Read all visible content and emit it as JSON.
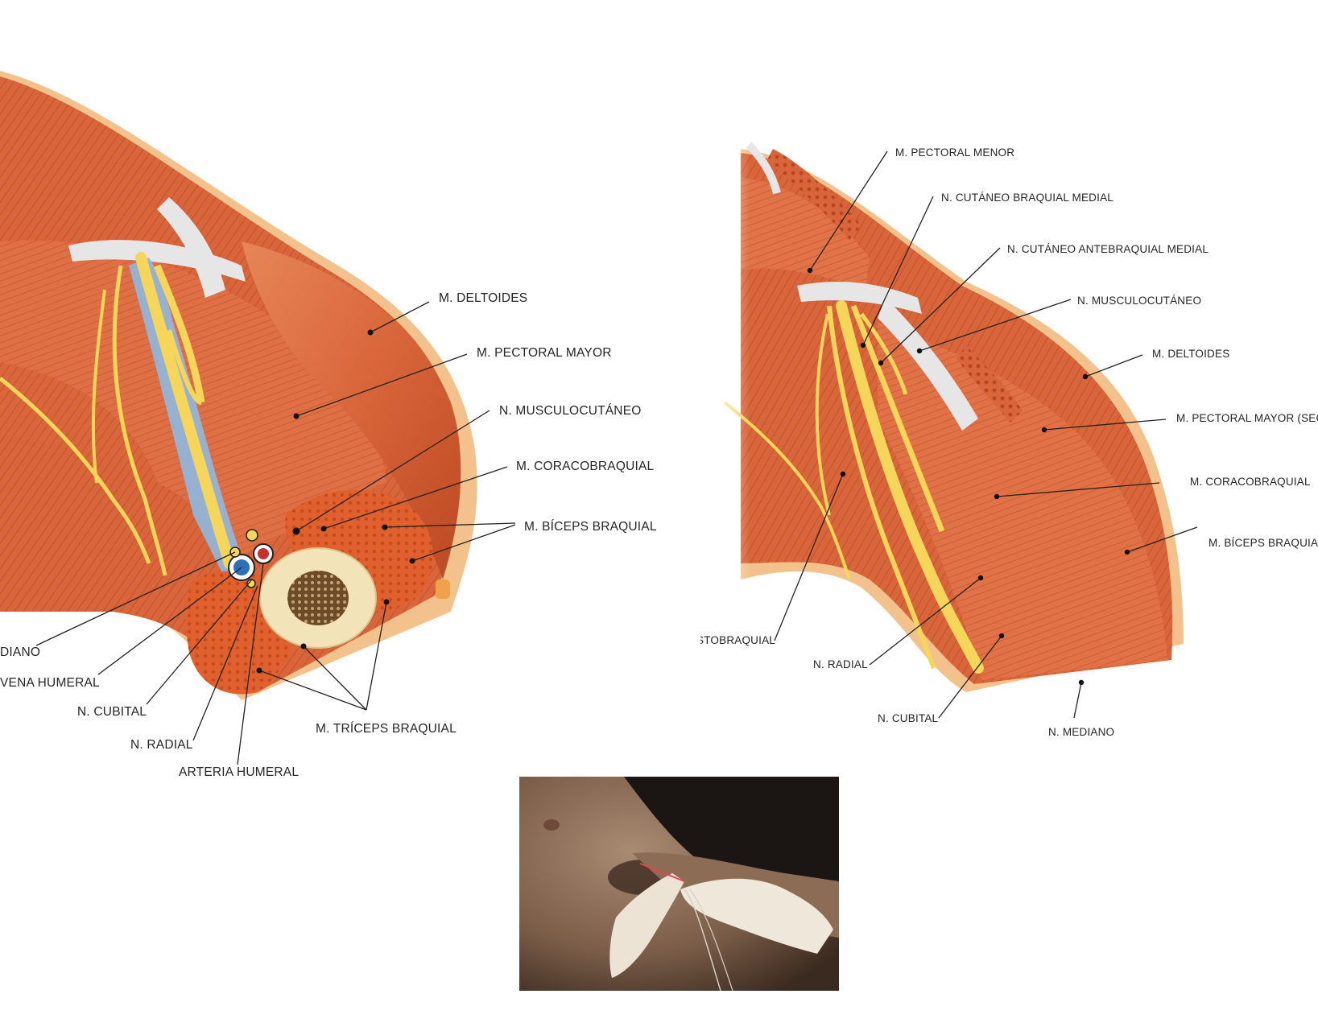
{
  "left_illustration": {
    "labels": {
      "deltoides": "M. DELTOIDES",
      "pectoral_mayor": "M. PECTORAL MAYOR",
      "musculocutaneo": "N. MUSCULOCUTÁNEO",
      "coracobraquial": "M. CORACOBRAQUIAL",
      "biceps_braquial": "M. BÍCEPS BRAQUIAL",
      "mediano": "DIANO",
      "vena_humeral": "VENA HUMERAL",
      "cubital": "N. CUBITAL",
      "radial": "N. RADIAL",
      "arteria_humeral": "ARTERIA HUMERAL",
      "triceps_braquial": "M. TRÍCEPS BRAQUIAL"
    }
  },
  "right_illustration": {
    "labels": {
      "pectoral_menor": "M. PECTORAL MENOR",
      "cutaneo_braquial_medial": "N. CUTÁNEO BRAQUIAL MEDIAL",
      "cutaneo_antebraquial_medial": "N. CUTÁNEO ANTEBRAQUIAL MEDIAL",
      "musculocutaneo": "N. MUSCULOCUTÁNEO",
      "deltoides": "M. DELTOIDES",
      "pectoral_mayor_sec": "M. PECTORAL MAYOR (SEC",
      "coracobraquial": "M. CORACOBRAQUIAL",
      "biceps_braquial": "M. BÍCEPS BRAQUIA",
      "intercostobraquial": "N. INTERCOSTOBRAQUIAL",
      "radial": "N. RADIAL",
      "cubital": "N. CUBITAL",
      "mediano": "N. MEDIANO"
    }
  },
  "colors": {
    "muscle": "#d9653a",
    "muscle_dark": "#b8461f",
    "tendon": "#e6e6e6",
    "nerve": "#f5d65a",
    "vein": "#8fb8e0",
    "fat": "#f3c28c",
    "bone": "#f2e4b8"
  }
}
